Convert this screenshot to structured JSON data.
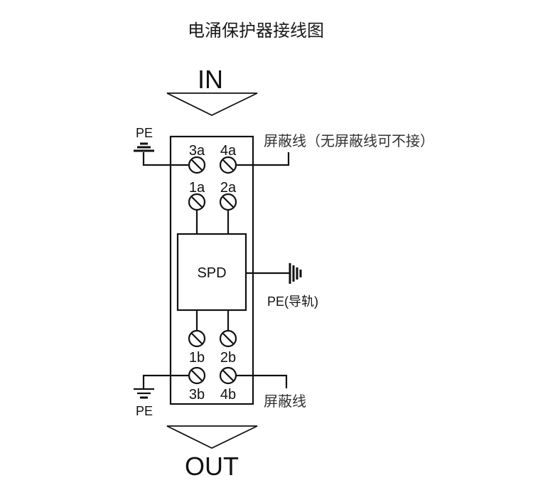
{
  "title": "电涌保护器接线图",
  "flow": {
    "input_label": "IN",
    "output_label": "OUT"
  },
  "device": {
    "label": "SPD"
  },
  "terminals": {
    "top": [
      {
        "id": "3a",
        "label": "3a"
      },
      {
        "id": "4a",
        "label": "4a"
      },
      {
        "id": "1a",
        "label": "1a"
      },
      {
        "id": "2a",
        "label": "2a"
      }
    ],
    "bottom": [
      {
        "id": "1b",
        "label": "1b"
      },
      {
        "id": "2b",
        "label": "2b"
      },
      {
        "id": "3b",
        "label": "3b"
      },
      {
        "id": "4b",
        "label": "4b"
      }
    ]
  },
  "ground": {
    "top_pe": "PE",
    "bottom_pe": "PE",
    "rail_pe": "PE(导轨)"
  },
  "shield": {
    "top_label": "屏蔽线（无屏蔽线可不接）",
    "bottom_label": "屏蔽线"
  }
}
